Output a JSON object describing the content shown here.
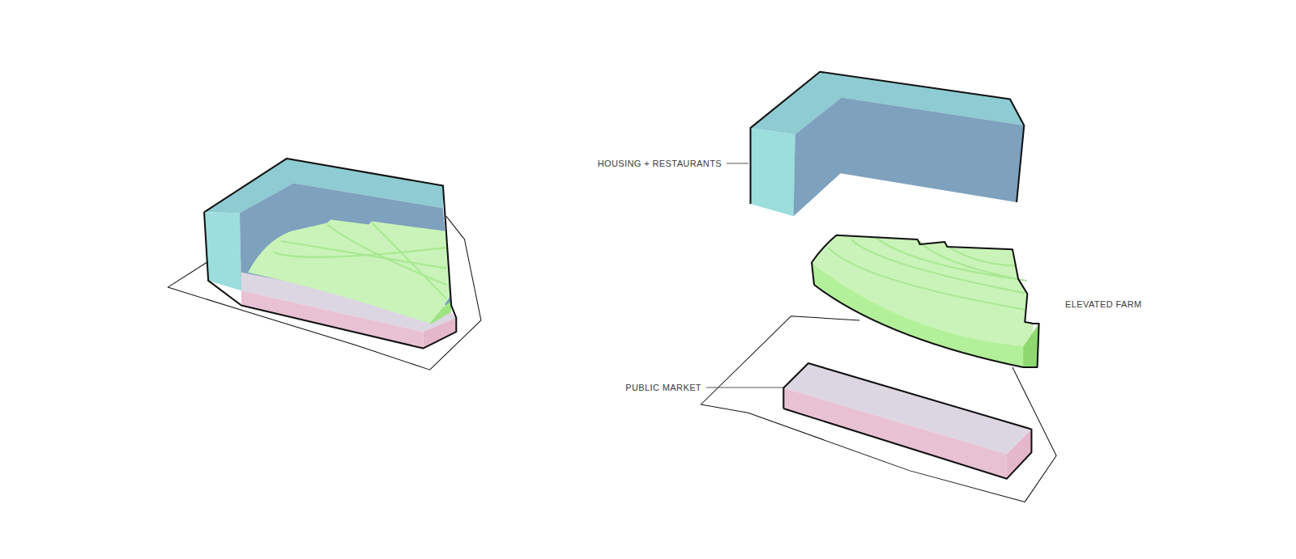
{
  "diagram": {
    "labels": [
      "HOUSING + RESTAURANTS",
      "ELEVATED FARM",
      "PUBLIC MARKET"
    ]
  }
}
